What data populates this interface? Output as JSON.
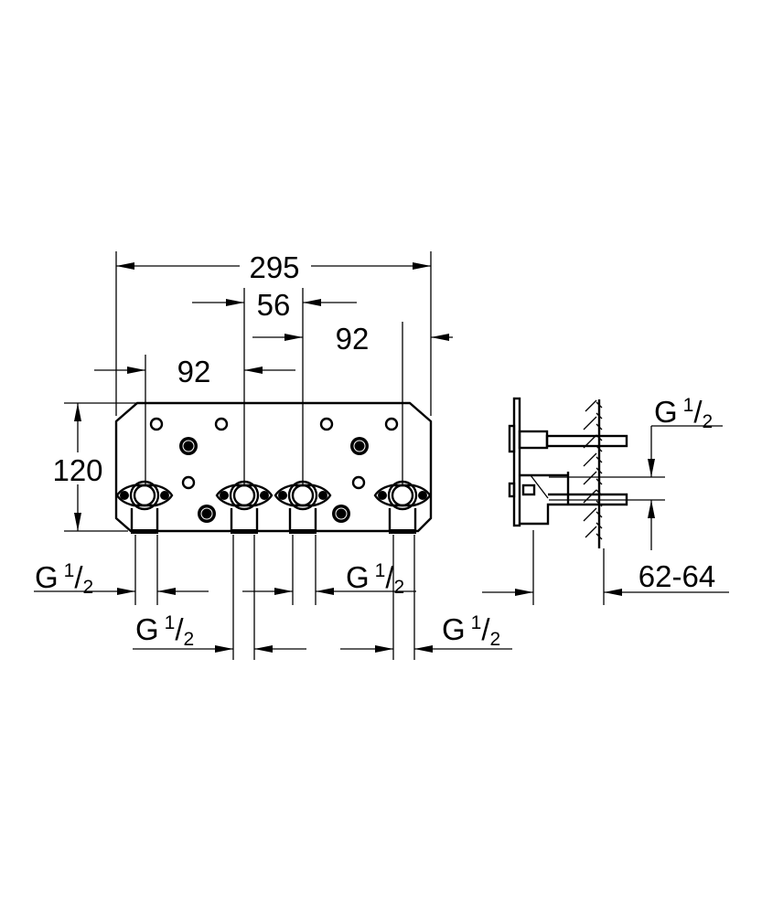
{
  "drawing": {
    "width_total": "295",
    "pipe_spacing_center": "56",
    "pipe_spacing_right": "92",
    "pipe_spacing_left": "92",
    "height": "120",
    "wall_depth": "62-64",
    "thread": {
      "letter": "G",
      "numerator": "1",
      "slash": "/",
      "denominator": "2"
    }
  }
}
